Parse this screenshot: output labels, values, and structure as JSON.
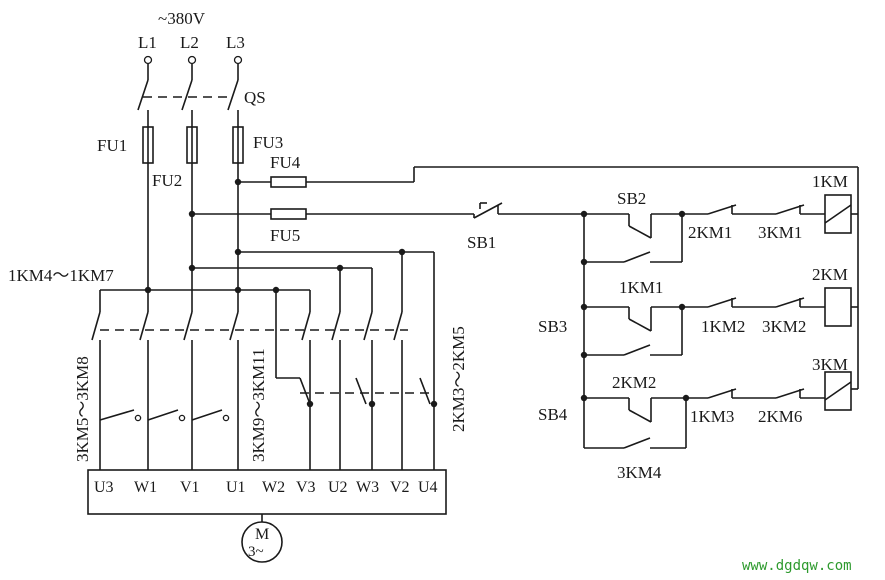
{
  "supply": {
    "voltage": "~380V",
    "phases": [
      "L1",
      "L2",
      "L3"
    ]
  },
  "labels": {
    "qs": "QS",
    "fu1": "FU1",
    "fu2": "FU2",
    "fu3": "FU3",
    "fu4": "FU4",
    "fu5": "FU5",
    "sb1": "SB1",
    "sb2": "SB2",
    "sb3": "SB3",
    "sb4": "SB4",
    "km_group_main": "1KM4～1KM7",
    "km_group_left": "3KM5～3KM8",
    "km_group_mid": "3KM9～3KM11",
    "km_group_right": "2KM3～2KM5",
    "coil1": "1KM",
    "coil2": "2KM",
    "coil3": "3KM",
    "aux_2km1": "2KM1",
    "aux_3km1": "3KM1",
    "aux_1km1": "1KM1",
    "aux_1km2": "1KM2",
    "aux_3km2": "3KM2",
    "aux_2km2": "2KM2",
    "aux_1km3": "1KM3",
    "aux_2km6": "2KM6",
    "aux_3km4": "3KM4"
  },
  "motor": {
    "label": "M",
    "sublabel": "3~",
    "terminals": [
      "U3",
      "W1",
      "V1",
      "U1",
      "W2",
      "V3",
      "U2",
      "W3",
      "V2",
      "U4"
    ]
  },
  "watermark": "www.dgdqw.com"
}
